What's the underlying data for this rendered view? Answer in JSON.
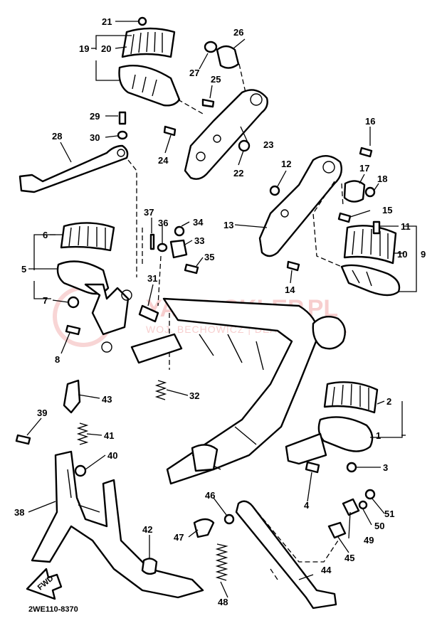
{
  "diagram": {
    "drawing_code": "2WE110-8370",
    "fwd_label": "FWD",
    "watermark": {
      "brand": "YAMA-SKLEP.PL",
      "tagline": "WOJ. BECHOWICZ | DEALER YAMAHA"
    },
    "callouts": [
      "1",
      "2",
      "3",
      "4",
      "5",
      "6",
      "7",
      "8",
      "9",
      "10",
      "11",
      "12",
      "13",
      "14",
      "15",
      "16",
      "17",
      "18",
      "19",
      "20",
      "21",
      "22",
      "23",
      "24",
      "25",
      "26",
      "27",
      "28",
      "29",
      "30",
      "31",
      "32",
      "33",
      "34",
      "35",
      "36",
      "37",
      "38",
      "39",
      "40",
      "41",
      "42",
      "43",
      "44",
      "45",
      "46",
      "47",
      "48",
      "49",
      "50",
      "51"
    ]
  }
}
